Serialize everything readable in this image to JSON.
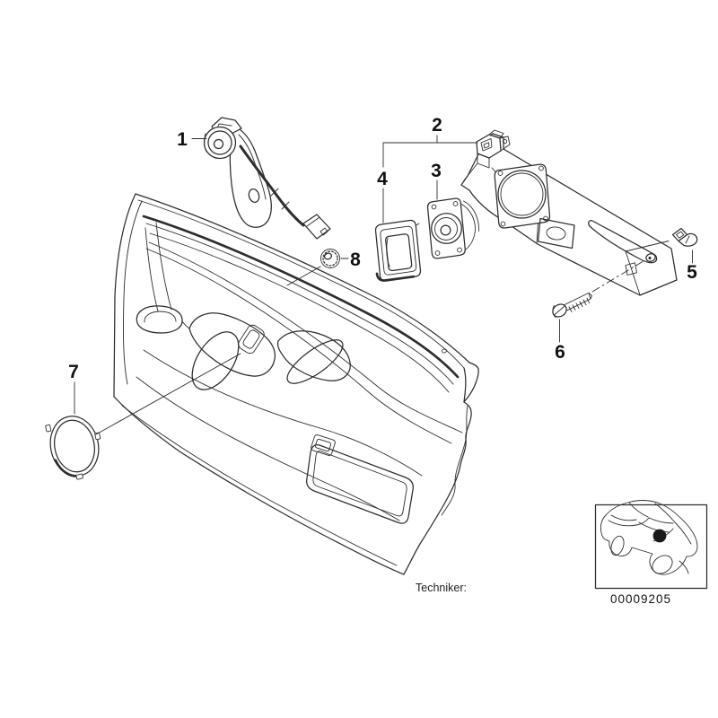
{
  "figure": {
    "type": "exploded-parts-diagram",
    "subject": "front-door-trim-panel-with-speaker-components",
    "background_color": "#ffffff",
    "line_color": "#2e2e2e",
    "label_color": "#111111"
  },
  "callouts": [
    "1",
    "2",
    "3",
    "4",
    "5",
    "6",
    "7",
    "8"
  ],
  "footer": {
    "technician_label": "Techniker:"
  },
  "inset": {
    "icon": "car-top-view-icon",
    "marker_color": "#000000",
    "code": "00009205"
  }
}
